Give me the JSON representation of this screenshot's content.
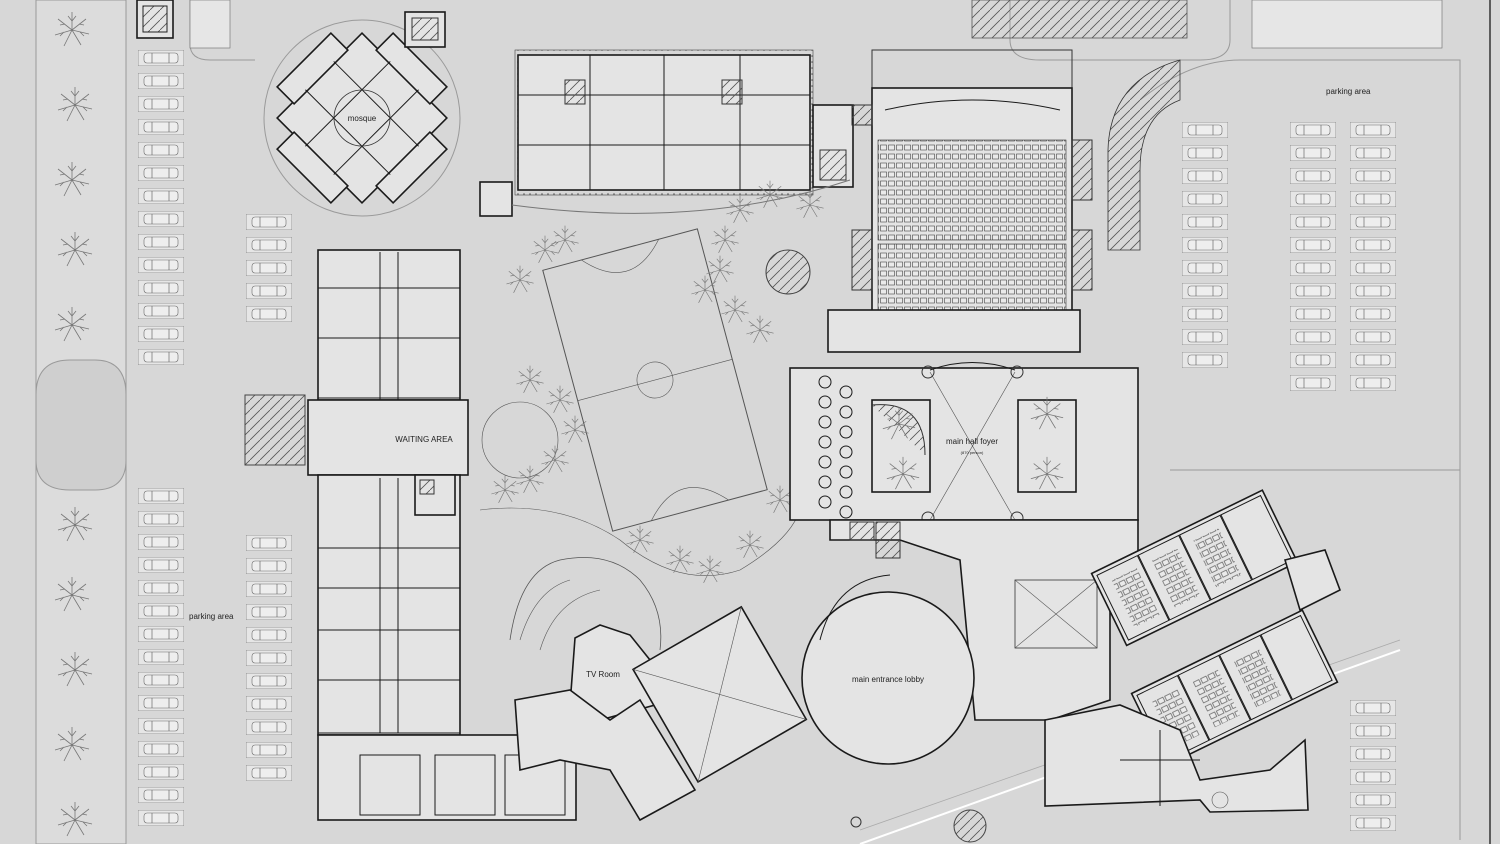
{
  "labels": {
    "mosque": "mosque",
    "waiting_area": "WAITING AREA",
    "tv_room": "TV Room",
    "main_hall_foyer": "main hall foyer",
    "foyer_capacity": "(870 person)",
    "main_entrance_lobby": "main entrance lobby",
    "parking_top_right": "parking area",
    "parking_left": "parking area"
  },
  "colors": {
    "background": "#d7d7d7",
    "building_fill": "#e4e4e4",
    "line": "#1a1a1a",
    "vegetation": "#777777"
  }
}
